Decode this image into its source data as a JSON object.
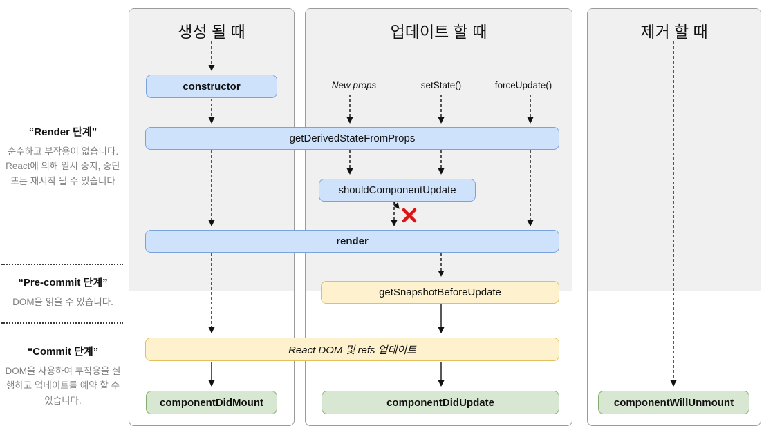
{
  "sidebar": {
    "render_phase": {
      "title": "“Render 단계”",
      "body": "순수하고 부작용이 없습니다. React에 의해 일시 중지, 중단 또는 재시작 될 수 있습니다"
    },
    "precommit_phase": {
      "title": "“Pre-commit 단계”",
      "body": "DOM을 읽을 수 있습니다."
    },
    "commit_phase": {
      "title": "“Commit 단계”",
      "body": "DOM을 사용하여 부작용을 실행하고 업데이트를 예약 할 수 있습니다."
    }
  },
  "columns": {
    "mount": {
      "title": "생성 될 때"
    },
    "update": {
      "title": "업데이트 할 때",
      "triggers": [
        "New props",
        "setState()",
        "forceUpdate()"
      ]
    },
    "unmount": {
      "title": "제거 할 때"
    }
  },
  "boxes": {
    "constructor": "constructor",
    "get_derived_state_from_props": "getDerivedStateFromProps",
    "should_component_update": "shouldComponentUpdate",
    "render": "render",
    "get_snapshot_before_update": "getSnapshotBeforeUpdate",
    "react_dom_update": "React DOM 및 refs 업데이트",
    "component_did_mount": "componentDidMount",
    "component_did_update": "componentDidUpdate",
    "component_will_unmount": "componentWillUnmount"
  },
  "icons": {
    "update_blocked": "red-x-mark"
  },
  "colors": {
    "blue_fill": "#cfe2fb",
    "blue_border": "#7aa3dd",
    "yellow_fill": "#fdf2cd",
    "yellow_border": "#e3bf5e",
    "green_fill": "#d7e7d1",
    "green_border": "#86ae70",
    "panel_shade": "#f0f0f1",
    "x_red": "#e01111"
  }
}
